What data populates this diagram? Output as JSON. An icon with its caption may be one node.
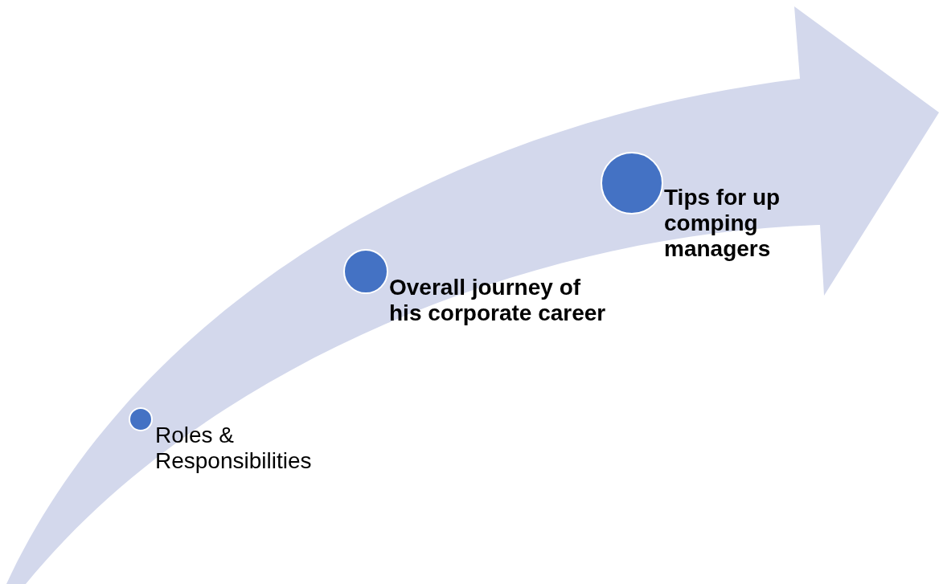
{
  "diagram": {
    "nodes": [
      {
        "text": [
          "Roles & Responsibilities"
        ]
      },
      {
        "text": [
          "Overall journey of his corporate career"
        ]
      },
      {
        "text": [
          "Tips for up comping managers"
        ]
      }
    ]
  }
}
